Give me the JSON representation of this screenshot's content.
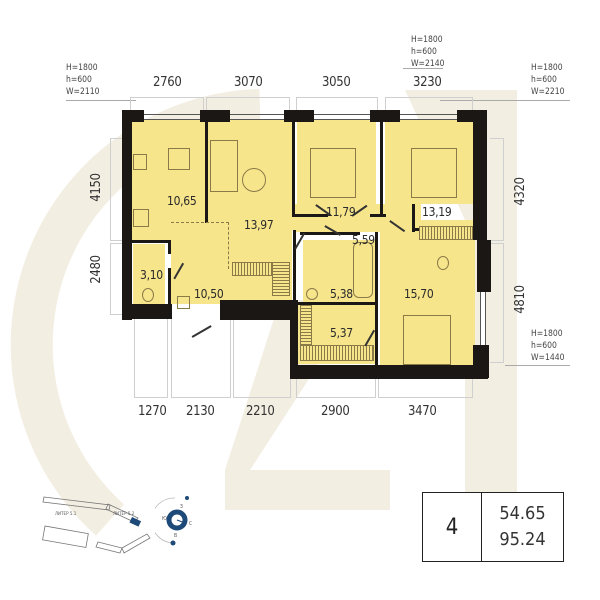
{
  "plan": {
    "rooms_count": "4",
    "living_area": "54.65",
    "total_area": "95.24"
  },
  "rooms": [
    {
      "id": "kitchen",
      "area": "10,65"
    },
    {
      "id": "living",
      "area": "13,97"
    },
    {
      "id": "bedroom-1",
      "area": "11,79"
    },
    {
      "id": "bedroom-2",
      "area": "13,19"
    },
    {
      "id": "hall",
      "area": "5,59"
    },
    {
      "id": "wc",
      "area": "3,10"
    },
    {
      "id": "entrance",
      "area": "10,50"
    },
    {
      "id": "bathroom",
      "area": "5,38"
    },
    {
      "id": "bedroom-3",
      "area": "15,70"
    },
    {
      "id": "storage",
      "area": "5,37"
    }
  ],
  "dimensions": {
    "top": [
      "2760",
      "3070",
      "3050",
      "3230"
    ],
    "bottom": [
      "1270",
      "2130",
      "2210",
      "2900",
      "3470"
    ],
    "left": [
      "4150",
      "2480"
    ],
    "right": [
      "4320",
      "4810"
    ]
  },
  "windows": {
    "top_left": [
      "H=1800",
      "h=600",
      "W=2110"
    ],
    "top_center": [
      "H=1800",
      "h=600",
      "W=2140"
    ],
    "top_right": [
      "H=1800",
      "h=600",
      "W=2210"
    ],
    "right": [
      "H=1800",
      "h=600",
      "W=1440"
    ]
  },
  "location_map": {
    "block_1": "ЛИТЕР 5.1",
    "block_2": "ЛИТЕР 5.2",
    "compass": {
      "n": "З",
      "e": "С",
      "s": "В",
      "w": "Ю"
    }
  },
  "colors": {
    "floor": "#f7e58c",
    "wall": "#1a1714",
    "watermark": "#f3eee2",
    "highlight": "#1e4a7a"
  }
}
